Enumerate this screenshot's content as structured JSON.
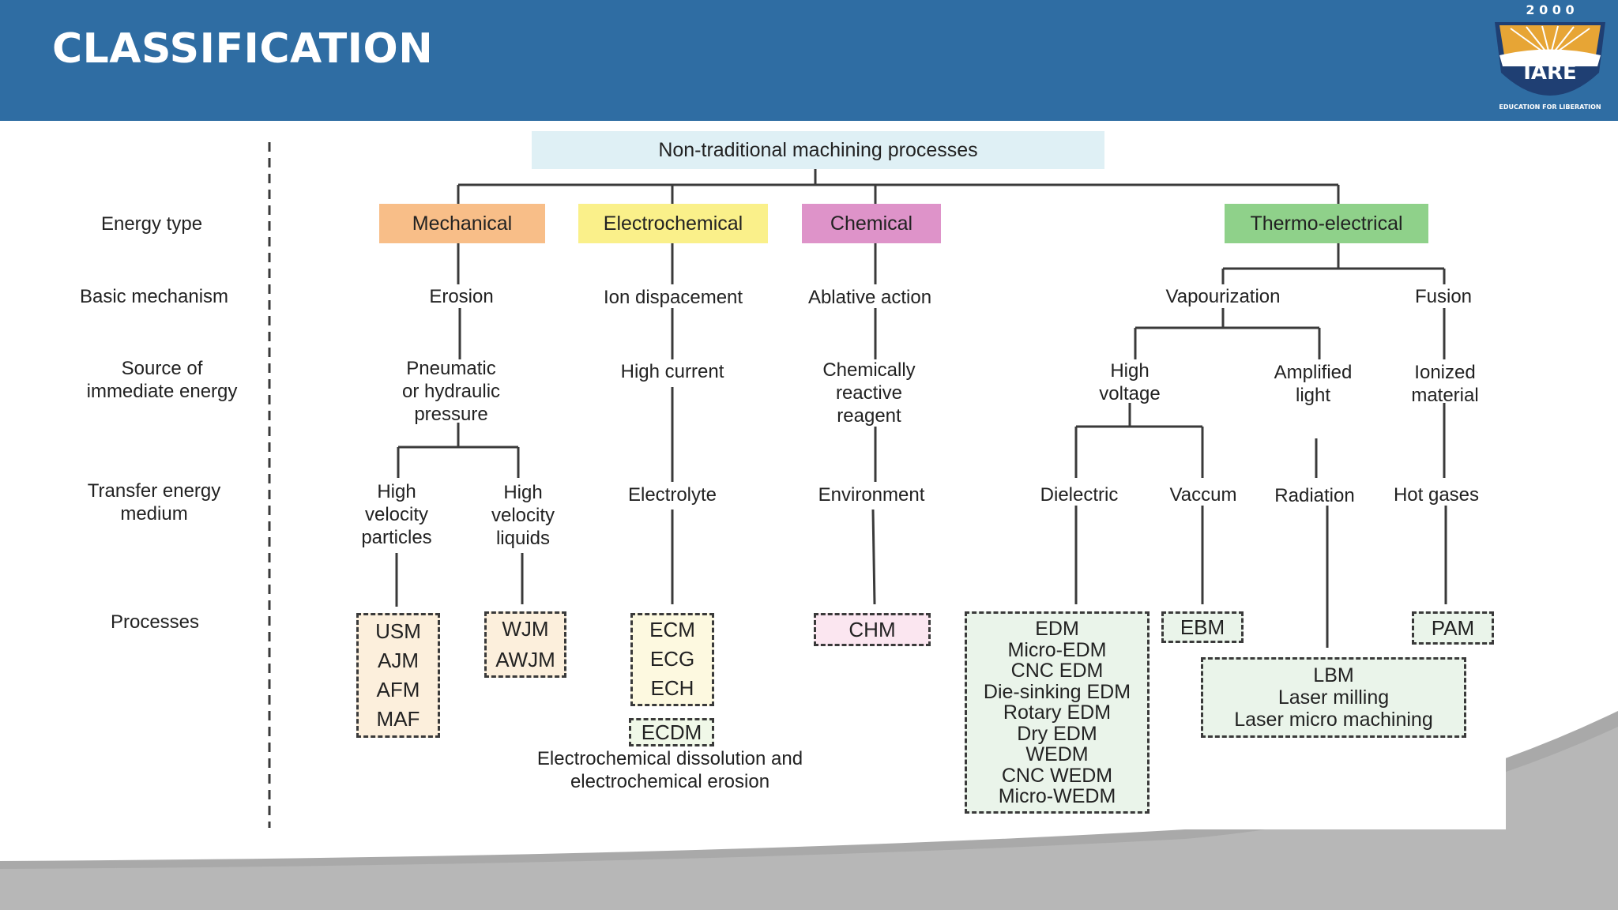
{
  "header": {
    "title": "CLASSIFICATION"
  },
  "logo": {
    "year": "2 0 0 0",
    "name": "IARE",
    "motto": "EDUCATION FOR LIBERATION"
  },
  "row_labels": {
    "energy_type": "Energy type",
    "basic_mechanism": "Basic mechanism",
    "source_line1": "Source of",
    "source_line2": "immediate energy",
    "transfer_line1": "Transfer energy",
    "transfer_line2": "medium",
    "processes": "Processes"
  },
  "root": "Non-traditional machining processes",
  "energy_types": {
    "mechanical": "Mechanical",
    "electrochemical": "Electrochemical",
    "chemical": "Chemical",
    "thermo": "Thermo-electrical"
  },
  "mechanisms": {
    "erosion": "Erosion",
    "ion": "Ion dispacement",
    "ablative": "Ablative action",
    "vapour": "Vapourization",
    "fusion": "Fusion"
  },
  "sources": {
    "pneumatic": [
      "Pneumatic",
      "or hydraulic",
      "pressure"
    ],
    "high_current": "High current",
    "chem_reagent": [
      "Chemically",
      "reactive",
      "reagent"
    ],
    "high_voltage": [
      "High",
      "voltage"
    ],
    "amplified_light": [
      "Amplified",
      "light"
    ],
    "ionized": [
      "Ionized",
      "material"
    ]
  },
  "mediums": {
    "hv_particles": [
      "High",
      "velocity",
      "particles"
    ],
    "hv_liquids": [
      "High",
      "velocity",
      "liquids"
    ],
    "electrolyte": "Electrolyte",
    "environment": "Environment",
    "dielectric": "Dielectric",
    "vaccum": "Vaccum",
    "radiation": "Radiation",
    "hot_gases": "Hot gases"
  },
  "processes": {
    "usm_group": [
      "USM",
      "AJM",
      "AFM",
      "MAF"
    ],
    "wjm_group": [
      "WJM",
      "AWJM"
    ],
    "ecm_group": [
      "ECM",
      "ECG",
      "ECH"
    ],
    "ecdm": "ECDM",
    "ecdm_note": [
      "Electrochemical dissolution and",
      "electrochemical erosion"
    ],
    "chm": "CHM",
    "edm_group": [
      "EDM",
      "Micro-EDM",
      "CNC EDM",
      "Die-sinking EDM",
      "Rotary EDM",
      "Dry EDM",
      "WEDM",
      "CNC WEDM",
      "Micro-WEDM"
    ],
    "ebm": "EBM",
    "lbm_group": [
      "LBM",
      "Laser milling",
      "Laser micro machining"
    ],
    "pam": "PAM"
  },
  "colors": {
    "header": "#2f6da3",
    "mechanical": "#f8be88",
    "electrochemical": "#faf08a",
    "chemical": "#de93c9",
    "thermo": "#8fd18a",
    "root": "#dff0f5"
  }
}
